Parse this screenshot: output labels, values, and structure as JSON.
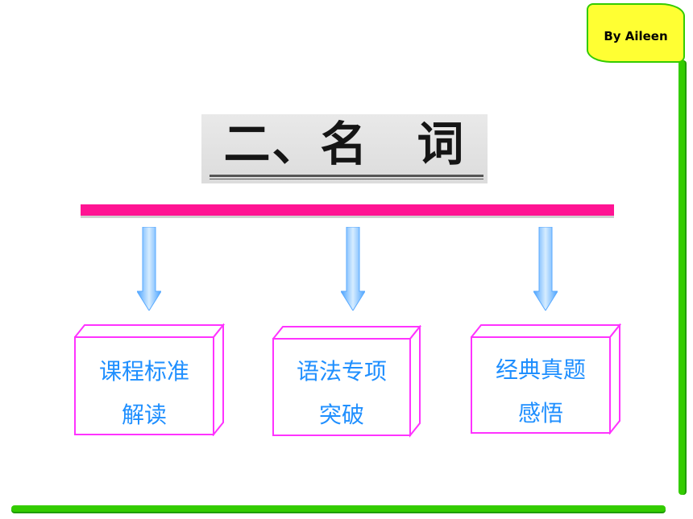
{
  "flag": {
    "text": "By Aileen"
  },
  "title": {
    "text": "二、名　词"
  },
  "boxes": [
    {
      "line1": "课程标准",
      "line2": "解读"
    },
    {
      "line1": "语法专项",
      "line2": "突破"
    },
    {
      "line1": "经典真题",
      "line2": "感悟"
    }
  ],
  "colors": {
    "accent_green": "#33cc00",
    "flag_yellow": "#ffff33",
    "bar_pink": "#ff1493",
    "box_border": "#ff33ff",
    "box_text": "#1f8fff",
    "arrow_blue": "#7ec4ff"
  },
  "icons": {
    "arrow": "down-arrow-icon"
  }
}
